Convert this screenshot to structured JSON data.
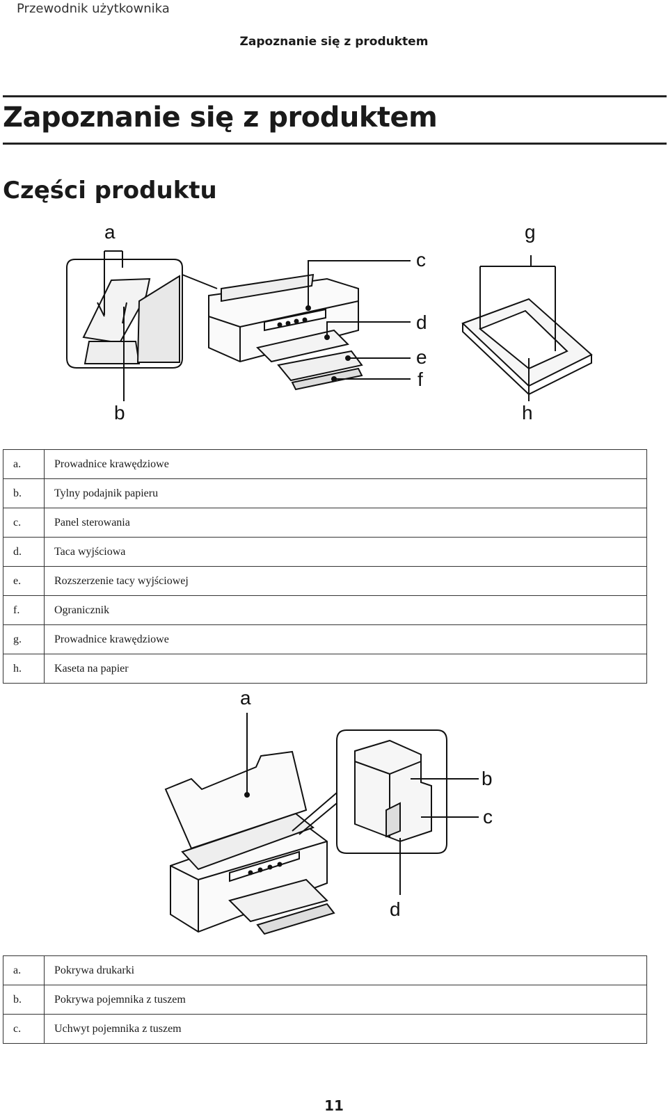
{
  "header": {
    "running_head": "Przewodnik użytkownika",
    "running_section": "Zapoznanie się z produktem"
  },
  "page_title": "Zapoznanie się z produktem",
  "section_title": "Części produktu",
  "figure1": {
    "callouts": {
      "a": "a",
      "b": "b",
      "c": "c",
      "d": "d",
      "e": "e",
      "f": "f",
      "g": "g",
      "h": "h"
    }
  },
  "parts_table_1": [
    {
      "letter": "a.",
      "label": "Prowadnice krawędziowe"
    },
    {
      "letter": "b.",
      "label": "Tylny podajnik papieru"
    },
    {
      "letter": "c.",
      "label": "Panel sterowania"
    },
    {
      "letter": "d.",
      "label": "Taca wyjściowa"
    },
    {
      "letter": "e.",
      "label": "Rozszerzenie tacy wyjściowej"
    },
    {
      "letter": "f.",
      "label": "Ogranicznik"
    },
    {
      "letter": "g.",
      "label": "Prowadnice krawędziowe"
    },
    {
      "letter": "h.",
      "label": "Kaseta na papier"
    }
  ],
  "figure2": {
    "callouts": {
      "a": "a",
      "b": "b",
      "c": "c",
      "d": "d"
    }
  },
  "parts_table_2": [
    {
      "letter": "a.",
      "label": "Pokrywa drukarki"
    },
    {
      "letter": "b.",
      "label": "Pokrywa pojemnika z tuszem"
    },
    {
      "letter": "c.",
      "label": "Uchwyt pojemnika z tuszem"
    }
  ],
  "page_number": "11"
}
